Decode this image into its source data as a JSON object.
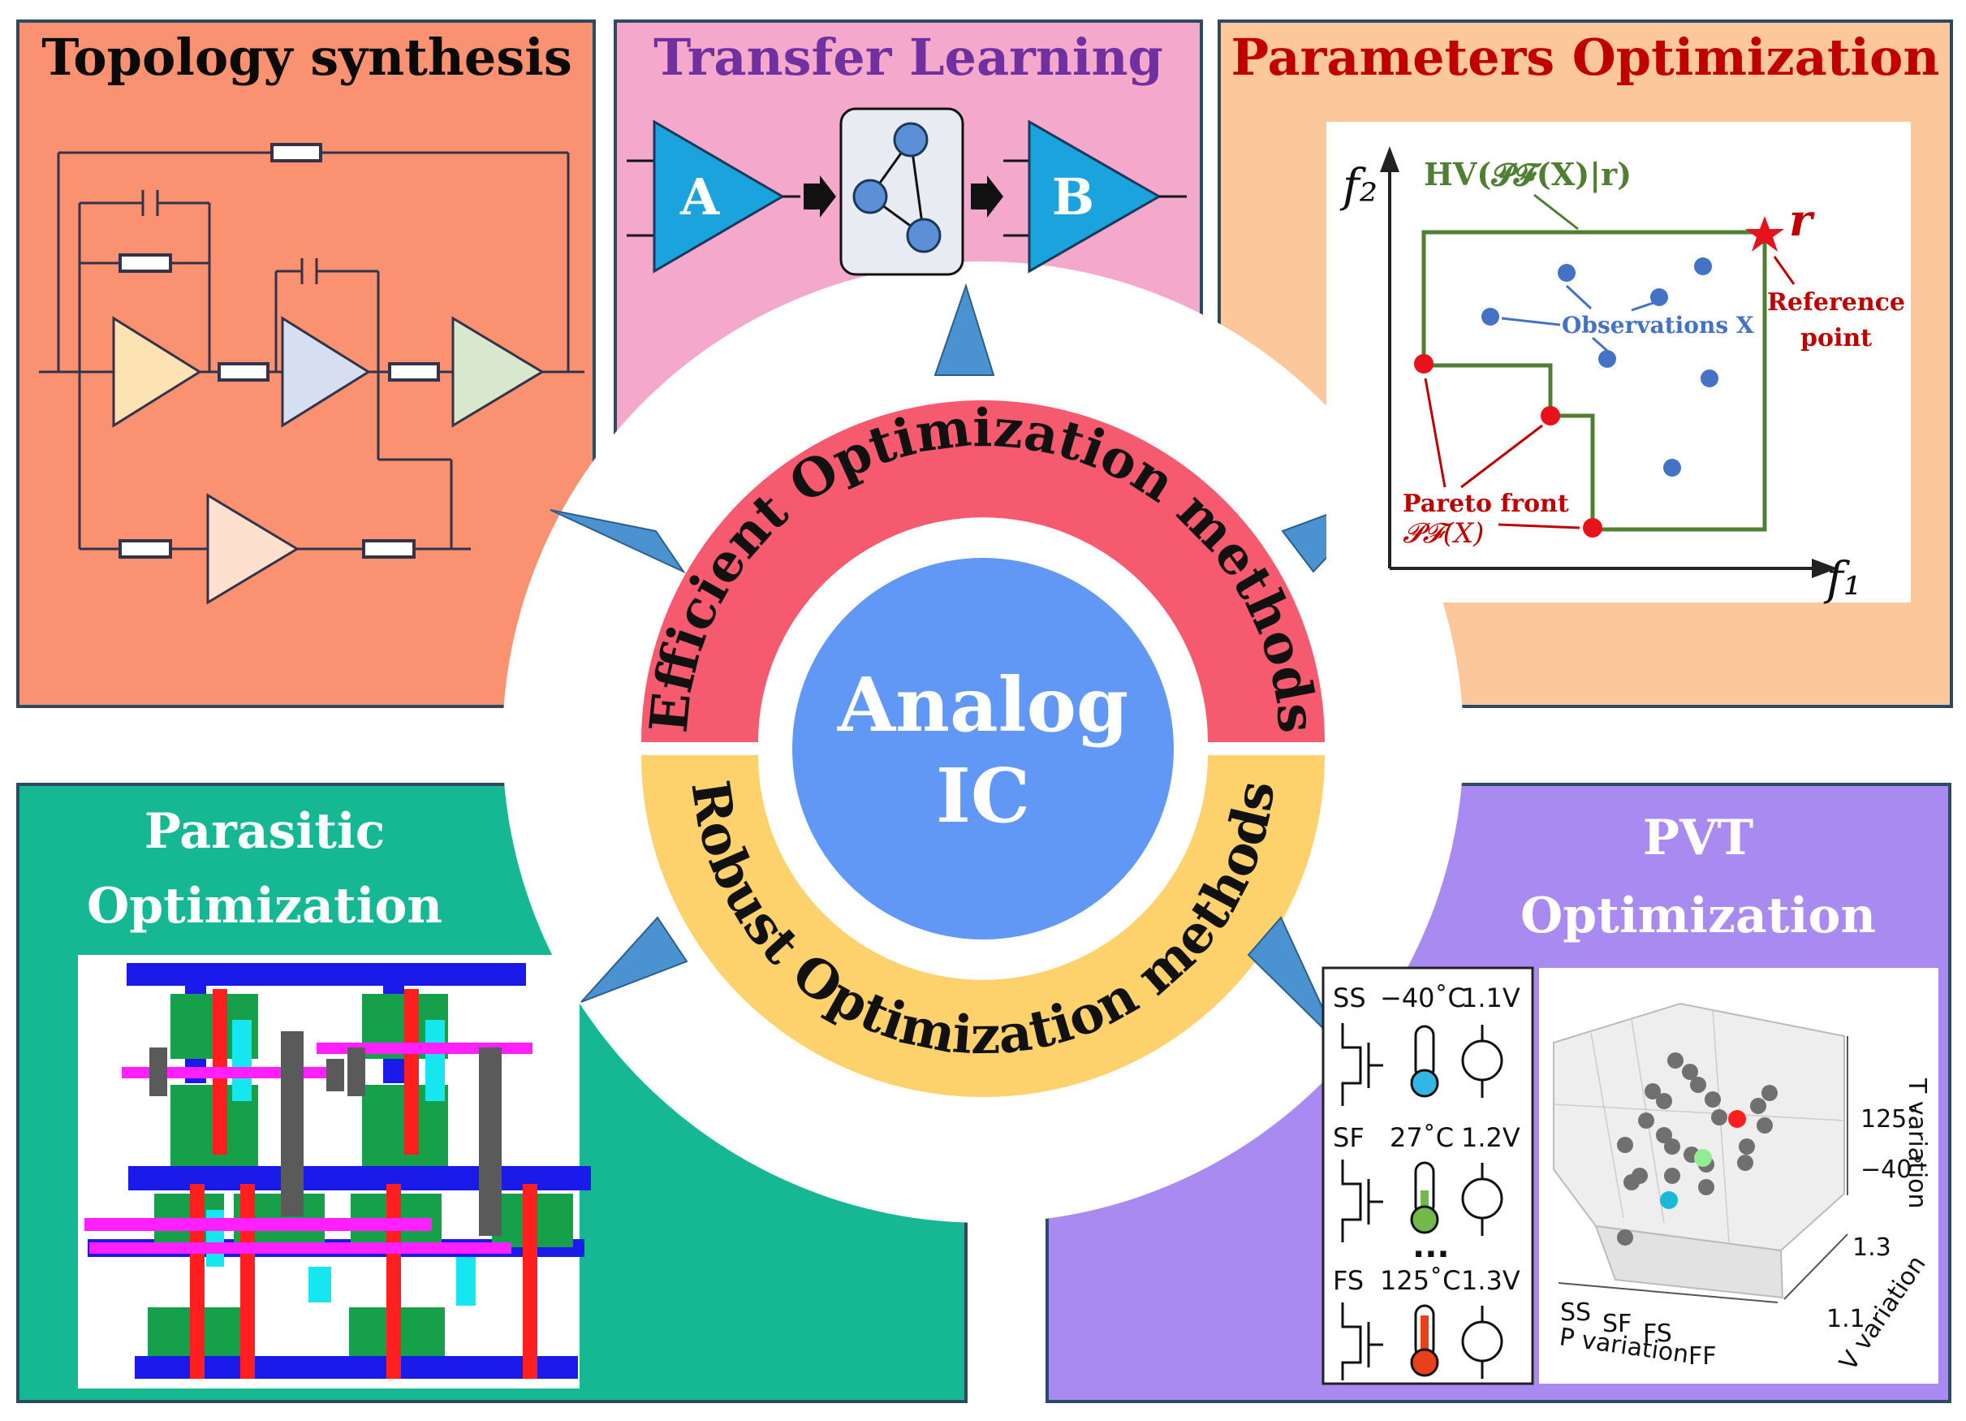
{
  "colors": {
    "topology_bg": "#fa9272",
    "transfer_bg": "#f4a8cb",
    "param_bg": "#fbc79b",
    "parasitic_bg": "#16b893",
    "pvt_bg": "#a88af0",
    "efficient_band": "#f55a6e",
    "robust_band": "#fdd16c",
    "center_circle": "#6198f5",
    "pointer": "#4b92d1",
    "panel_border": "#2d4a63"
  },
  "center": {
    "line1": "Analog",
    "line2": "IC"
  },
  "efficient_band": {
    "label": "Efficient Optimization methods"
  },
  "robust_band": {
    "label": "Robust Optimization methods"
  },
  "topology": {
    "title": "Topology synthesis"
  },
  "transfer": {
    "title": "Transfer Learning",
    "amp_a": "A",
    "amp_b": "B"
  },
  "params": {
    "title": "Parameters Optimization",
    "y_axis": "f₂",
    "x_axis": "f₁",
    "hv_label": "HV(𝓟𝓕(X)|r)",
    "ref_symbol": "r",
    "ref_line1": "Reference",
    "ref_line2": "point",
    "observations": "Observations X",
    "pareto_line1": "Pareto front",
    "pareto_line2": "𝓟𝓕(X)"
  },
  "parasitic": {
    "title_line1": "Parasitic",
    "title_line2": "Optimization"
  },
  "pvt": {
    "title_line1": "PVT",
    "title_line2": "Optimization",
    "corners": [
      {
        "process": "SS",
        "temp": "−40˚C",
        "volt": "1.1V"
      },
      {
        "process": "SF",
        "temp": "27˚C",
        "volt": "1.2V"
      },
      {
        "process": "FS",
        "temp": "125˚C",
        "volt": "1.3V"
      }
    ],
    "ellipsis": "...",
    "plot": {
      "x_ticks": [
        "SS",
        "SF",
        "FS",
        "FF"
      ],
      "x_label": "P variation",
      "y_ticks": [
        "1.1",
        "1.3"
      ],
      "y_label": "V variation",
      "z_ticks": [
        "125˚",
        "−40˚"
      ],
      "z_label": "T variation"
    }
  }
}
